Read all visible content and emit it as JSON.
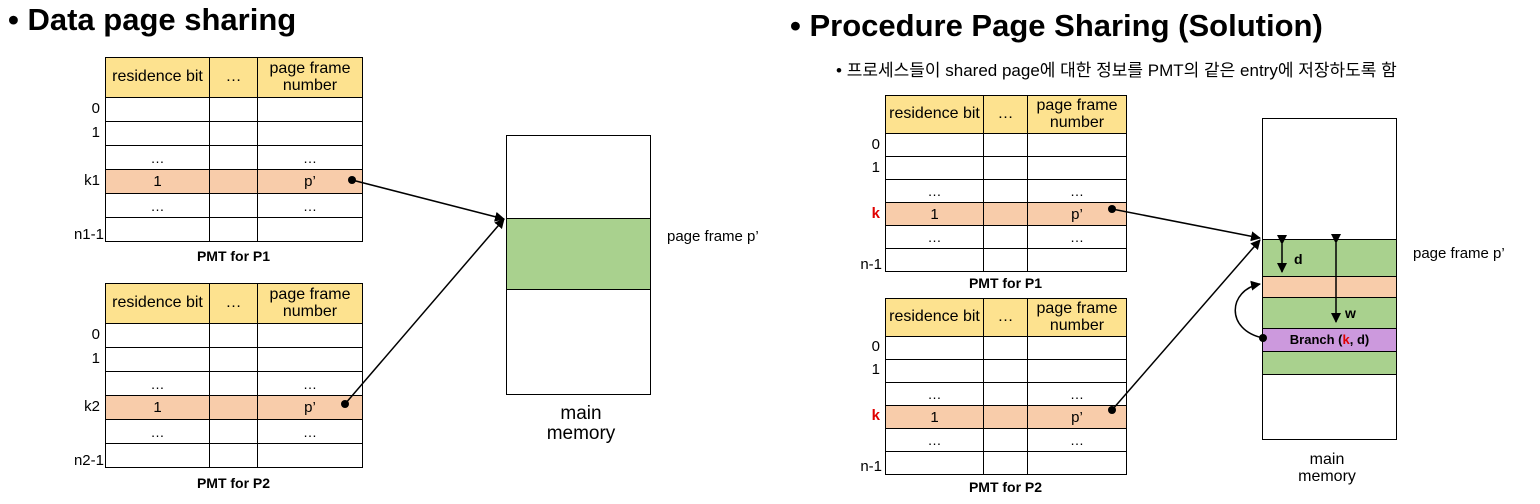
{
  "left": {
    "bullet": "•",
    "title": "Data page sharing",
    "table_headers": {
      "residence": "residence bit",
      "dots": "…",
      "frame": "page frame number"
    },
    "pmt1": {
      "rows": [
        {
          "label": "0",
          "c1": "",
          "c3": ""
        },
        {
          "label": "1",
          "c1": "",
          "c3": ""
        },
        {
          "label": "",
          "c1": "…",
          "c3": "…"
        },
        {
          "label": "k1",
          "c1": "1",
          "c3": "p’"
        },
        {
          "label": "",
          "c1": "…",
          "c3": "…"
        },
        {
          "label": "n1-1",
          "c1": "",
          "c3": ""
        }
      ],
      "caption": "PMT for P1"
    },
    "pmt2": {
      "rows": [
        {
          "label": "0",
          "c1": "",
          "c3": ""
        },
        {
          "label": "1",
          "c1": "",
          "c3": ""
        },
        {
          "label": "",
          "c1": "…",
          "c3": "…"
        },
        {
          "label": "k2",
          "c1": "1",
          "c3": "p’"
        },
        {
          "label": "",
          "c1": "…",
          "c3": "…"
        },
        {
          "label": "n2-1",
          "c1": "",
          "c3": ""
        }
      ],
      "caption": "PMT for P2"
    },
    "memory_label_line1": "main",
    "memory_label_line2": "memory",
    "page_frame_label": "page frame p’"
  },
  "right": {
    "bullet": "•",
    "title": "Procedure Page Sharing (Solution)",
    "sub_bullet": "•",
    "subtitle": "프로세스들이 shared page에 대한 정보를 PMT의 같은 entry에 저장하도록 함",
    "table_headers": {
      "residence": "residence bit",
      "dots": "…",
      "frame": "page frame number"
    },
    "pmt1": {
      "rows": [
        {
          "label": "0",
          "c1": "",
          "c3": ""
        },
        {
          "label": "1",
          "c1": "",
          "c3": ""
        },
        {
          "label": "",
          "c1": "…",
          "c3": "…"
        },
        {
          "label": "k",
          "c1": "1",
          "c3": "p’"
        },
        {
          "label": "",
          "c1": "…",
          "c3": "…"
        },
        {
          "label": "n-1",
          "c1": "",
          "c3": ""
        }
      ],
      "caption": "PMT for P1"
    },
    "pmt2": {
      "rows": [
        {
          "label": "0",
          "c1": "",
          "c3": ""
        },
        {
          "label": "1",
          "c1": "",
          "c3": ""
        },
        {
          "label": "",
          "c1": "…",
          "c3": "…"
        },
        {
          "label": "k",
          "c1": "1",
          "c3": "p’"
        },
        {
          "label": "",
          "c1": "…",
          "c3": "…"
        },
        {
          "label": "n-1",
          "c1": "",
          "c3": ""
        }
      ],
      "caption": "PMT for P2"
    },
    "memory_label_line1": "main",
    "memory_label_line2": "memory",
    "page_frame_label": "page frame p’",
    "d_label": "d",
    "w_label": "w",
    "branch_prefix": "Branch (",
    "branch_k": "k",
    "branch_suffix": ", d)"
  },
  "colors": {
    "header_fill": "#fde28f",
    "highlight_row": "#f8ccaa",
    "frame_green": "#a9d18e",
    "branch_purple": "#cc99dd",
    "key_red": "#e00000"
  }
}
